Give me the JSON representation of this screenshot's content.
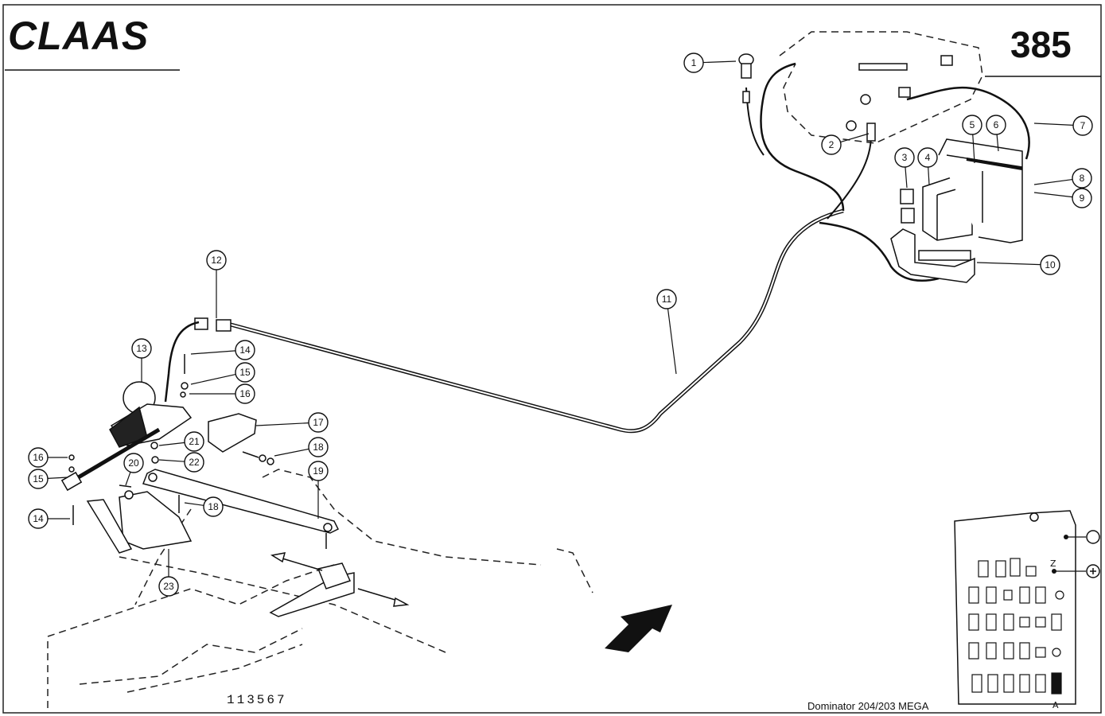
{
  "header": {
    "brand": "CLAAS",
    "page_number": "385"
  },
  "footer": {
    "drawing_number": "113567",
    "model": "Dominator 204/203 MEGA"
  },
  "callouts": [
    "1",
    "2",
    "3",
    "4",
    "5",
    "6",
    "7",
    "8",
    "9",
    "10",
    "11",
    "12",
    "13",
    "14",
    "15",
    "16",
    "17",
    "18",
    "19",
    "20",
    "21",
    "22",
    "23",
    "16",
    "15",
    "14",
    "18"
  ],
  "fuse_box": {
    "terminal_markers": [
      "Z",
      "A"
    ]
  }
}
